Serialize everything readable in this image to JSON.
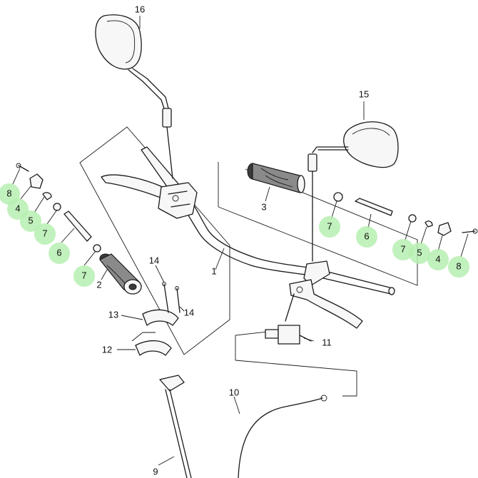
{
  "diagram": {
    "labels": {
      "p1": "1",
      "p2": "2",
      "p3": "3",
      "p4l": "4",
      "p4r": "4",
      "p5l": "5",
      "p5r": "5",
      "p6l": "6",
      "p6r": "6",
      "p7a": "7",
      "p7b": "7",
      "p7c": "7",
      "p7d": "7",
      "p8l": "8",
      "p8r": "8",
      "p9": "9",
      "p10": "10",
      "p11": "11",
      "p12": "12",
      "p13": "13",
      "p14a": "14",
      "p14b": "14",
      "p15": "15",
      "p16": "16"
    },
    "highlight_color": "#b6efb0"
  }
}
